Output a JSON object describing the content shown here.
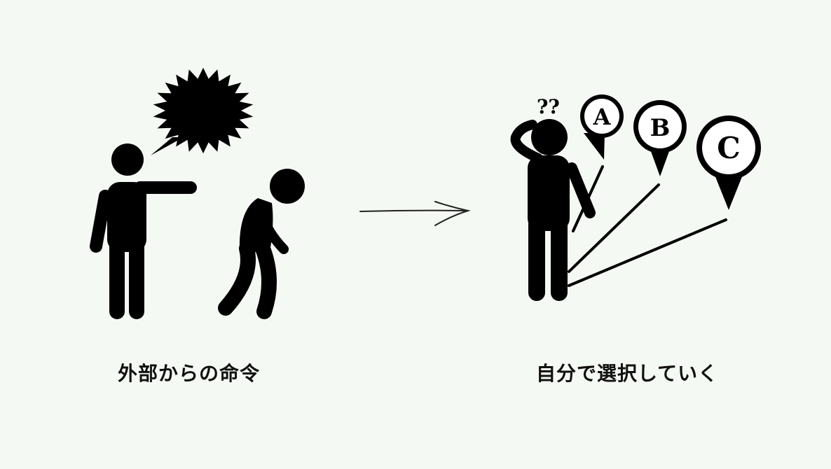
{
  "left_panel": {
    "caption": "外部からの命令"
  },
  "right_panel": {
    "caption": "自分で選択していく",
    "question_marks": "??",
    "options": [
      "A",
      "B",
      "C"
    ]
  },
  "colors": {
    "background": "#f5f9f3",
    "ink": "#000000"
  }
}
